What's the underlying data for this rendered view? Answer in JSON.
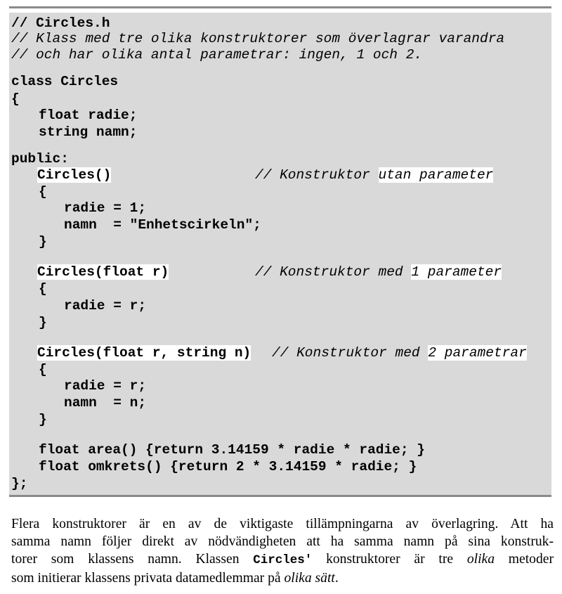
{
  "code": {
    "header_comment": "// Circles.h",
    "comment_line_1": "// Klass med tre olika konstruktorer som överlagrar varandra",
    "comment_line_2": "// och har olika antal parametrar: ingen, 1 och 2.",
    "class_decl": "class Circles",
    "open_brace": "{",
    "member_1": "float radie;",
    "member_2": "string namn;",
    "public_label": "public:",
    "ctor1": {
      "signature": "Circles()",
      "comment_prefix": "// Konstruktor ",
      "comment_highlight": "utan parameter",
      "open": "{",
      "body_1": "radie = 1;",
      "body_2": "namn  = \"Enhetscirkeln\";",
      "close": "}"
    },
    "ctor2": {
      "signature": "Circles(float r)",
      "comment_prefix": "// Konstruktor med ",
      "comment_highlight": "1 parameter",
      "open": "{",
      "body_1": "radie = r;",
      "close": "}"
    },
    "ctor3": {
      "signature": "Circles(float r, string n)",
      "comment_prefix": "// Konstruktor med ",
      "comment_highlight": "2 parametrar",
      "open": "{",
      "body_1": "radie = r;",
      "body_2": "namn  = n;",
      "close": "}"
    },
    "method_area": "float area() {return 3.14159 * radie * radie; }",
    "method_omkrets": "float omkrets() {return 2 * 3.14159 * radie; }",
    "class_close": "};"
  },
  "prose": {
    "line1": "Flera konstruktorer är en av de viktigaste tillämpningarna av överlagring. Att ha",
    "line2": "samma namn följer direkt av nödvändigheten att ha samma namn på sina konstruk-",
    "line3_a": "torer som klassens namn. Klassen ",
    "line3_code": "Circles'",
    "line3_b": " konstruktorer är tre ",
    "line3_em": "olika",
    "line3_c": " metoder",
    "line4_a": "som initierar klassens privata datamedlemmar på ",
    "line4_em": "olika sätt",
    "line4_b": "."
  }
}
